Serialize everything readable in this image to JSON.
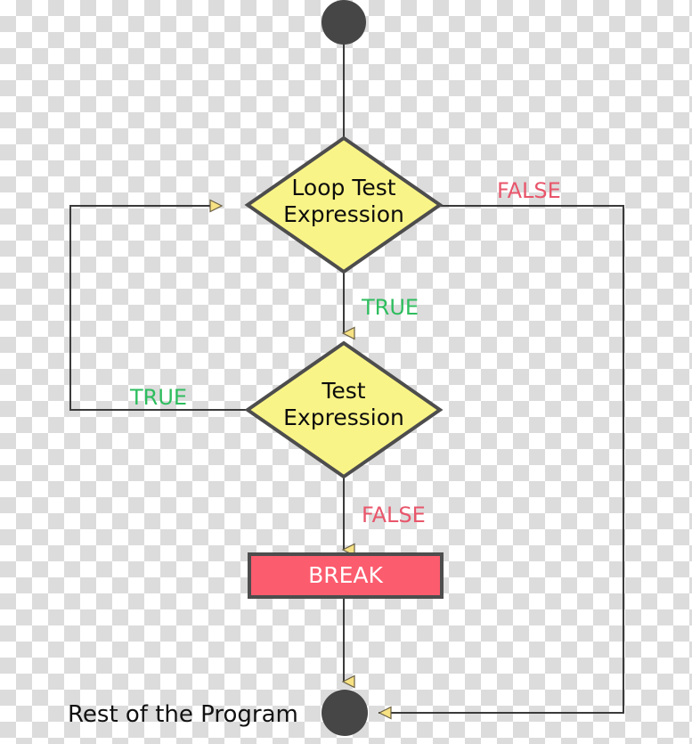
{
  "diagram": {
    "title": "break statement control flow",
    "nodes": {
      "start": {
        "name": "start-node",
        "shape": "circle",
        "label": "",
        "color": "#464646"
      },
      "loop_test": {
        "name": "loop-test-expression",
        "shape": "diamond",
        "label": "Loop Test\nExpression",
        "fill": "#f9f487",
        "stroke": "#4d4d4d"
      },
      "test": {
        "name": "test-expression",
        "shape": "diamond",
        "label": "Test\nExpression",
        "fill": "#f9f487",
        "stroke": "#4d4d4d"
      },
      "break": {
        "name": "break-statement",
        "shape": "rectangle",
        "label": "BREAK",
        "fill": "#fb5c6e",
        "stroke": "#4d4d4d",
        "text_color": "#ffffff"
      },
      "end": {
        "name": "end-node",
        "shape": "circle",
        "label": "",
        "color": "#464646"
      },
      "rest": {
        "name": "rest-of-program",
        "shape": "text",
        "label": "Rest of the Program",
        "text_color": "#111111"
      }
    },
    "edge_labels": {
      "false_top": "FALSE",
      "true_mid": "TRUE",
      "true_left": "TRUE",
      "false_bottom": "FALSE"
    },
    "colors": {
      "true": "#2ebd5e",
      "false": "#e8566b",
      "node_yellow": "#f9f487",
      "node_red": "#fb5c6e",
      "node_dark": "#464646",
      "line": "#3a3a3a",
      "arrow_fill": "#f6e183",
      "arrow_stroke": "#6b6044"
    }
  }
}
